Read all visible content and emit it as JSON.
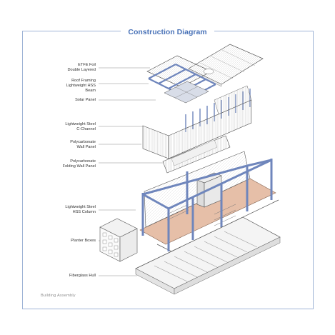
{
  "title": "Construction Diagram",
  "labels": [
    {
      "id": "etfe",
      "lines": [
        "ETFE Foil",
        "Double Layered"
      ]
    },
    {
      "id": "roof",
      "lines": [
        "Roof Framing",
        "Lightweight HSS",
        "Beam"
      ]
    },
    {
      "id": "solar",
      "lines": [
        "Solar Panel"
      ]
    },
    {
      "id": "cchannel",
      "lines": [
        "Lightweight Steel",
        "C-Channel"
      ]
    },
    {
      "id": "polywall",
      "lines": [
        "Polycarbonate",
        "Wall Panel"
      ]
    },
    {
      "id": "polyfold",
      "lines": [
        "Polycarbonate",
        "Folding Wall Panel"
      ]
    },
    {
      "id": "hss",
      "lines": [
        "Lightweight Steel",
        "HSS Column"
      ]
    },
    {
      "id": "planter",
      "lines": [
        "Planter Boxes"
      ]
    },
    {
      "id": "hull",
      "lines": [
        "Fiberglass Hull"
      ]
    }
  ],
  "footer": "Building Assembly",
  "colors": {
    "accent": "#4a73b8",
    "frame": "#9fb4d6",
    "steel": "#6f86bc",
    "floor": "#e6bfa8",
    "line": "#555555"
  }
}
